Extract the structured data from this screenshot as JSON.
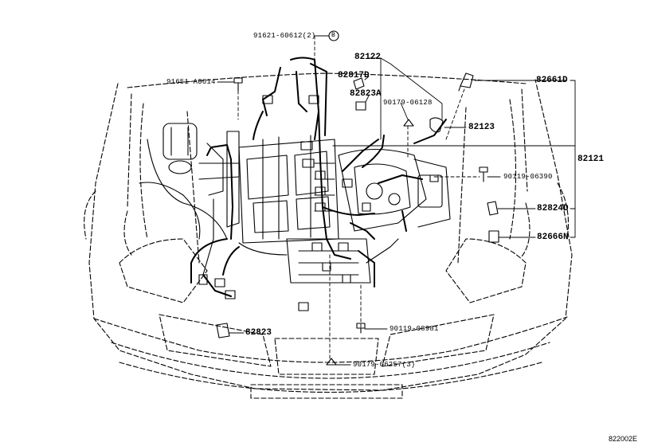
{
  "parts": {
    "p91621": "91621-60612(2)",
    "p91621_marker": "B",
    "p91651": "91651-A0614",
    "p82122": "82122",
    "p82817d": "82817D",
    "p82823a": "82823A",
    "p90179a": "90179-06128",
    "p82123": "82123",
    "p82661d": "82661D",
    "p82121": "82121",
    "p90119a": "90119-06390",
    "p82824d": "82824D",
    "p82666n": "82666N",
    "p82823": "82823",
    "p90119b": "90119-08981",
    "p90179b": "90179-06257(3)"
  },
  "figure_ref": "822002E"
}
